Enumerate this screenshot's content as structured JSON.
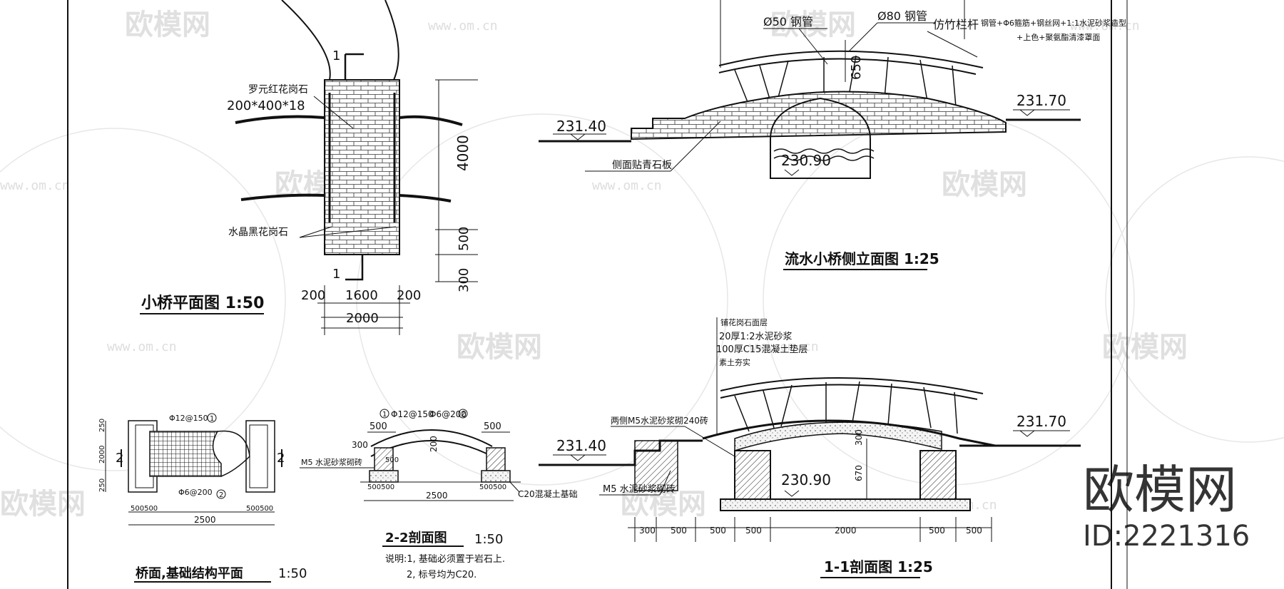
{
  "watermark": {
    "brand": "欧模网",
    "url": "www.om.cn",
    "big_brand": "欧模网",
    "id": "ID:2221316"
  },
  "plan": {
    "title": "小桥平面图 1:50",
    "section_mark": "1",
    "label_granite_red": "罗元红花岗石",
    "label_granite_red_size": "200*400*18",
    "label_granite_black": "水晶黑花岗石",
    "dim_4000": "4000",
    "dim_500": "500",
    "dim_300": "300",
    "dim_200a": "200",
    "dim_1600": "1600",
    "dim_200b": "200",
    "dim_2000": "2000"
  },
  "elevation": {
    "title": "流水小桥侧立面图 1:25",
    "lbl_pipe50": "Ø50 钢管",
    "lbl_pipe80": "Ø80 钢管",
    "lbl_bamboo": "仿竹栏杆",
    "lbl_spec1": "钢管+Φ6箍筋+钢丝网+1:1水泥砂浆造型",
    "lbl_spec2": "+上色+聚氨酯清漆罩面",
    "dim_650": "650",
    "lvl_left": "231.40",
    "lvl_right": "231.70",
    "lvl_water": "230.90",
    "lbl_side": "侧面贴青石板"
  },
  "section11": {
    "title": "1-1剖面图 1:25",
    "layers": [
      "铺花岗石面层",
      "20厚1:2水泥砂浆",
      "100厚C15混凝土垫层",
      "素土夯实"
    ],
    "lbl_brick": "两侧M5水泥砂浆砌240砖",
    "lbl_m5": "M5 水泥砂浆砌砖",
    "lvl_left": "231.40",
    "lvl_right": "231.70",
    "lvl_water": "230.90",
    "dim_300v": "300",
    "dim_670": "670",
    "dims": [
      "300",
      "500",
      "500",
      "500",
      "2000",
      "500",
      "500"
    ]
  },
  "section22": {
    "title": "2-2剖面图",
    "scale": "1:50",
    "lbl_rebar1": "Φ12@150",
    "lbl_rebar2": "Φ6@200",
    "ref1": "1",
    "ref2": "2",
    "dim_500l": "500",
    "dim_500r": "500",
    "dim_300": "300",
    "dim_200": "200",
    "dim_500in": "500",
    "lbl_m5": "M5 水泥砂浆砌砖",
    "lbl_c20": "C20混凝土基础",
    "dim_base_l": "500500",
    "dim_base_r": "500500",
    "dim_2500": "2500"
  },
  "foundation": {
    "title": "桥面,基础结构平面",
    "scale": "1:50",
    "lbl_rebar1": "Φ12@150",
    "lbl_rebar2": "Φ6@200",
    "ref1": "1",
    "ref2": "2",
    "dim_250a": "250",
    "dim_2000": "2000",
    "dim_250b": "250",
    "cut_mark": "2",
    "dim_l": "500500",
    "dim_r": "500500",
    "dim_2500": "2500"
  },
  "notes": {
    "line1": "说明:1, 基础必须置于岩石上.",
    "line2": "2, 标号均为C20."
  }
}
